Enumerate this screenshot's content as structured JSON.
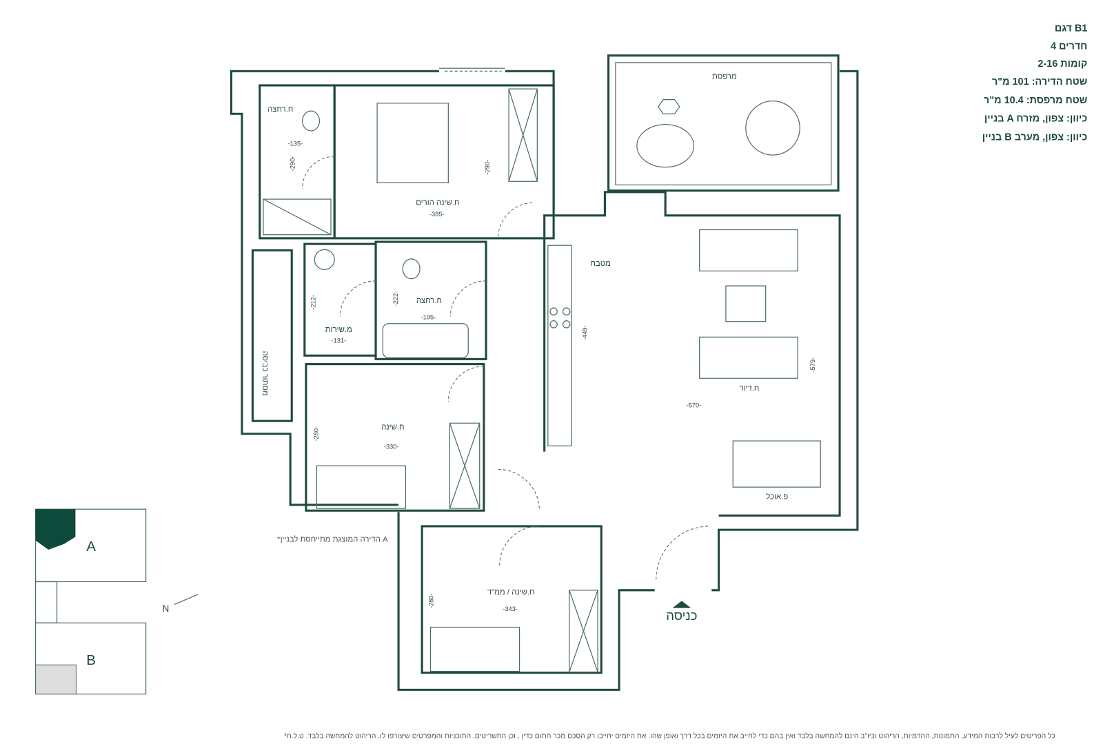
{
  "info": {
    "model": "דגם B1",
    "rooms": "4 חדרים",
    "floors": "קומות 2-16",
    "apartment_area": "שטח הדירה: 101 מ\"ר",
    "balcony_area": "שטח מרפסת: 10.4 מ\"ר",
    "building_a": "בניין A כיוון: צפון, מזרח",
    "building_b": "בניין B כיוון: צפון, מערב"
  },
  "rooms": {
    "balcony": "מרפסת",
    "bath1": "ח.רחצה",
    "bath1_dim": "-135-",
    "bath1_dim_v": "-290-",
    "master": "ח.שינה הורים",
    "master_dim": "-385-",
    "master_dim_v": "-290-",
    "bath2": "ח.רחצה",
    "bath2_dim": "-195-",
    "bath2_dim_v": "-222-",
    "service": "מ.שירות",
    "service_dim": "-131-",
    "service_dim_v": "-212-",
    "kitchen": "מטבח",
    "kitchen_dim_v": "-449-",
    "storage": "מסתור כביסה",
    "bedroom": "ח.שינה",
    "bedroom_dim": "-330-",
    "bedroom_dim_v": "-280-",
    "living": "ח.דיור",
    "living_dim": "-570-",
    "living_dim_v": "-579-",
    "dining": "פ.אוכל",
    "safe_room": "ח.שינה / ממ\"ד",
    "safe_room_dim": "-343-",
    "safe_room_dim_v": "-280-",
    "entrance": "כניסה"
  },
  "keyplan": {
    "building_a": "A",
    "building_b": "B",
    "north": "N",
    "note": "*הדירה המוצגת מתייחסת לבניין A"
  },
  "footer": "*כל הפריטים לעיל לרבות המידע, התמונות, ההדמיות, הריהוט וכיו\"ב הינם להמחשה בלבד ואין בהם כדי לחייב את היזמים בכל דרך ואופן שהו. את היזמים יחייבו רק הסכם מכר חתום כדין , וכן התשריטים, התוכניות והמפרטים שיצורפו לו. הריהוט להמחשה בלבד. ט.ל.ח",
  "colors": {
    "wall": "#1f4a3f",
    "highlight": "#0e4a3c"
  }
}
